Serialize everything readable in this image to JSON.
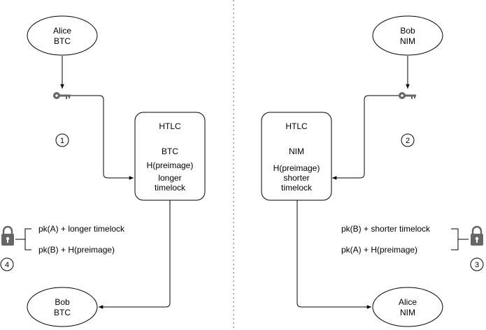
{
  "left": {
    "sender": {
      "name": "Alice",
      "asset": "BTC"
    },
    "htlc": {
      "title": "HTLC",
      "asset": "BTC",
      "hash": "H(preimage)",
      "timelock_line1": "longer",
      "timelock_line2": "timelock"
    },
    "receiver": {
      "name": "Bob",
      "asset": "BTC"
    },
    "step_badge": "1",
    "lock_badge": "4",
    "conditions": [
      "pk(A) + longer timelock",
      "pk(B) + H(preimage)"
    ]
  },
  "right": {
    "sender": {
      "name": "Bob",
      "asset": "NIM"
    },
    "htlc": {
      "title": "HTLC",
      "asset": "NIM",
      "hash": "H(preimage)",
      "timelock_line1": "shorter",
      "timelock_line2": "timelock"
    },
    "receiver": {
      "name": "Alice",
      "asset": "NIM"
    },
    "step_badge": "2",
    "lock_badge": "3",
    "conditions": [
      "pk(B) + shorter timelock",
      "pk(A) + H(preimage)"
    ]
  },
  "colors": {
    "stroke": "#000000",
    "icon": "#666666",
    "divider": "#999999"
  }
}
